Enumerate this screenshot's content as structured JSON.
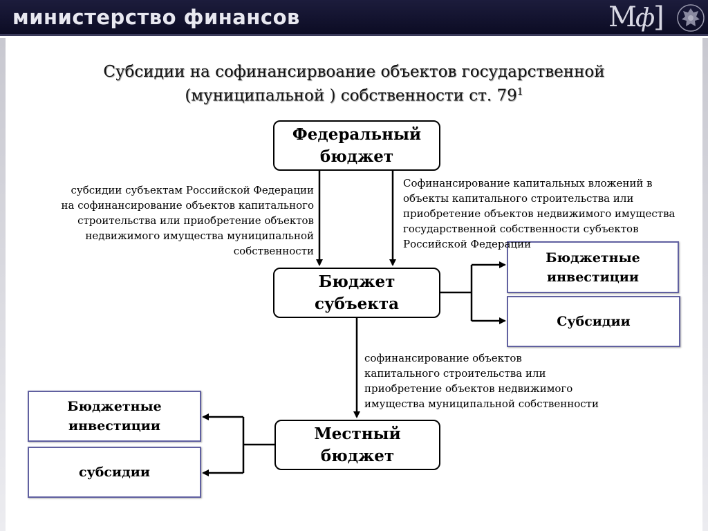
{
  "header": {
    "title": "министерство финансов",
    "logo_text_m": "М",
    "logo_text_f": "ф",
    "logo_text_end": "]"
  },
  "slide": {
    "title_line1": "Субсидии на софинансирвоание объектов государственной",
    "title_line2": "(муниципальной ) собственности ст. 79",
    "title_sup": "1"
  },
  "diagram": {
    "federal_budget": "Федеральный бюджет",
    "subject_budget": "Бюджет субъекта",
    "local_budget": "Местный бюджет",
    "subject_investments": "Бюджетные инвестиции",
    "subject_subsidies": "Субсидии",
    "local_investments": "Бюджетные инвестиции",
    "local_subsidies": "субсидии",
    "note_left": "субсидии субъектам Российской Федерации на софинансирование объектов капитального строительства или приобретение объектов недвижимого имущества муниципальной собственности",
    "note_right": "Софинансирование капитальных вложений в объекты капитального строительства или приобретение объектов недвижимого имущества государственной собственности субъектов Российской Федерации",
    "note_bottom": "софинансирование объектов капитального строительства или приобретение объектов недвижимого имущества муниципальной собственности"
  }
}
